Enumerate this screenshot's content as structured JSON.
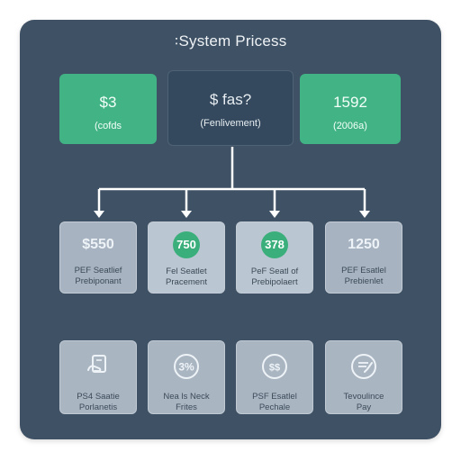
{
  "title": "꞉System Pricess",
  "top": [
    {
      "value": "$3",
      "sub": "(cofds",
      "accent": "#41b384"
    },
    {
      "value": "$ fas?",
      "sub": "(Fenlivement)",
      "accent": "#34495d"
    },
    {
      "value": "1592",
      "sub": "(2006a)",
      "accent": "#41b384"
    }
  ],
  "middle": [
    {
      "value": "$550",
      "label_lines": [
        "PEF Seatlief",
        "Prebiponant"
      ]
    },
    {
      "value": "750",
      "label_lines": [
        "Fel Seatlet",
        "Pracement"
      ]
    },
    {
      "value": "378",
      "label_lines": [
        "PeF Seatl of",
        "Prebipolaert"
      ]
    },
    {
      "value": "1250",
      "label_lines": [
        "PEF Esatlel",
        "Prebienlet"
      ]
    }
  ],
  "bottom": [
    {
      "icon": "document-hand-icon",
      "label_lines": [
        "PS4 Saatie",
        "Porlanetis"
      ]
    },
    {
      "icon": "percent-circle-icon",
      "symbol": "3%",
      "label_lines": [
        "Nea ls Neck",
        "Frites"
      ]
    },
    {
      "icon": "dollar-pair-icon",
      "symbol": "$$",
      "label_lines": [
        "PSF Esatlel",
        "Pechale"
      ]
    },
    {
      "icon": "checklist-icon",
      "label_lines": [
        "Tevoulince",
        "Pay"
      ]
    }
  ],
  "colors": {
    "panel": "#3f5164",
    "accent_green": "#41b384",
    "dark_box": "#34495d",
    "card": "#a7b3c0",
    "connector": "#ffffff"
  }
}
